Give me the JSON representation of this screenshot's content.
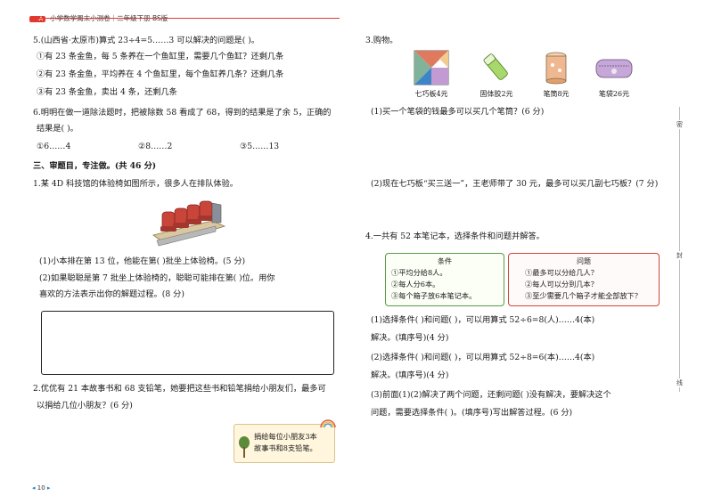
{
  "header": {
    "badge": "一.A",
    "title": "小学数学周末小测卷｜二年级下册 BS版"
  },
  "left": {
    "q5": {
      "stem": "5.(山西省·太原市)算式 23÷4=5……3 可以解决的问题是(   )。",
      "o1": "①有 23 条金鱼，每 5 条养在一个鱼缸里，需要几个鱼缸？还剩几条",
      "o2": "②有 23 条金鱼，平均养在 4 个鱼缸里，每个鱼缸养几条？还剩几条",
      "o3": "③有 23 条金鱼，卖出 4 条，还剩几条"
    },
    "q6": {
      "stem1": "6.明明在做一道除法题时，把被除数 58 看成了 68，得到的结果是了余 5，正确的",
      "stem2": "结果是(      )。",
      "o1": "①6……4",
      "o2": "②8……2",
      "o3": "③5……13"
    },
    "section3": "三、审题目，专注做。(共 46 分)",
    "q1": {
      "stem": "1.某 4D 科技馆的体验椅如图所示，很多人在排队体验。",
      "p1": "(1)小本排在第 13 位，他能在第(      )批坐上体验椅。(5 分)",
      "p2a": "(2)如果聪聪是第 7 批坐上体验椅的，聪聪可能排在第(                )位。用你",
      "p2b": "喜欢的方法表示出你的解题过程。(8 分)"
    },
    "q2": {
      "l1": "2.优优有 21 本故事书和 68 支铅笔，她要把这些书和铅笔捐给小朋友们，最多可",
      "l2": "以捐给几位小朋友？(6 分)",
      "note1": "捐给每位小朋友3本",
      "note2": "故事书和8支铅笔。"
    },
    "page_no": "10"
  },
  "right": {
    "q3": {
      "title": "3.购物。",
      "items": [
        {
          "label": "七巧板4元"
        },
        {
          "label": "固体胶2元"
        },
        {
          "label": "笔筒8元"
        },
        {
          "label": "笔袋26元"
        }
      ],
      "p1": "(1)买一个笔袋的钱最多可以买几个笔筒？(6 分)",
      "p2": "(2)现在七巧板“买三送一”，王老师带了 30 元，最多可以买几副七巧板？(7 分)"
    },
    "q4": {
      "title": "4.一共有 52 本笔记本，选择条件和问题并解答。",
      "cond_title": "条件",
      "conds": [
        "①平均分给8人。",
        "②每人分6本。",
        "③每个箱子放6本笔记本。"
      ],
      "ques_title": "问题",
      "ques": [
        "①最多可以分给几人？",
        "②每人可以分到几本？",
        "③至少需要几个箱子才能全部放下？"
      ],
      "s1a": "(1)选择条件(      )和问题(      )，可以用算式 52÷6=8(人)……4(本)",
      "s1b": "解决。(填序号)(4 分)",
      "s2a": "(2)选择条件(      )和问题(      )，可以用算式 52÷8=6(本)……4(本)",
      "s2b": "解决。(填序号)(4 分)",
      "s3a": "(3)前面(1)(2)解决了两个问题，还剩问题(      )没有解决，要解决这个",
      "s3b": "问题，需要选择条件(      )。(填序号)写出解答过程。(6 分)"
    }
  },
  "margin": {
    "c1": "密",
    "c2": "封",
    "c3": "线"
  }
}
